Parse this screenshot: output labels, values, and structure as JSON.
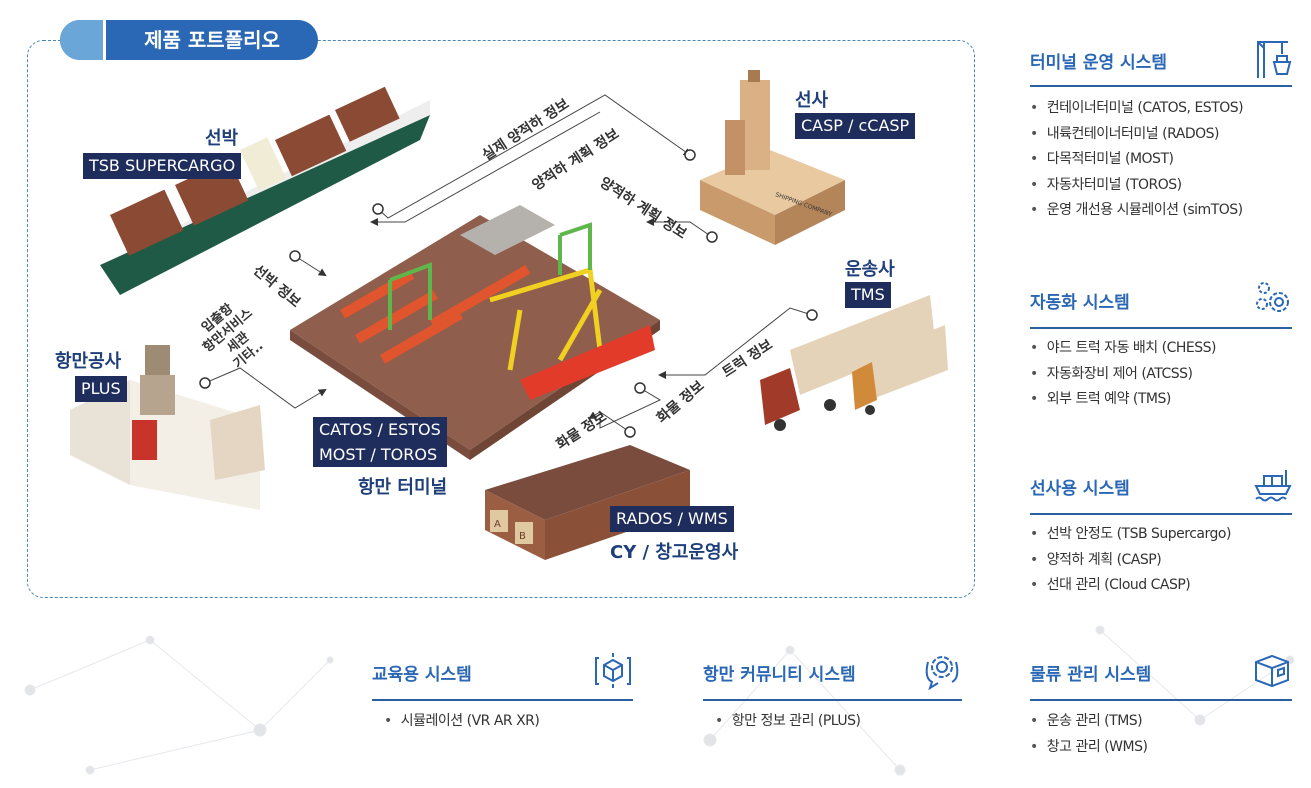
{
  "title": "제품 포트폴리오",
  "diagram": {
    "nodes": {
      "ship": {
        "name": "선박",
        "product": "TSB SUPERCARGO"
      },
      "shipping_company": {
        "name": "선사",
        "product": "CASP / cCASP"
      },
      "transport": {
        "name": "운송사",
        "product": "TMS"
      },
      "port_authority": {
        "name": "항만공사",
        "product": "PLUS"
      },
      "terminal": {
        "name": "항만 터미널",
        "products": [
          "CATOS / ESTOS",
          "MOST / TOROS"
        ]
      },
      "warehouse": {
        "name": "CY / 창고운영사",
        "product": "RADOS / WMS"
      }
    },
    "flows": {
      "actual_loading": "실제 양적하 정보",
      "loading_plan_1": "양적하 계획 정보",
      "loading_plan_2": "양적하 계획 정보",
      "ship_info": "선박 정보",
      "truck_info": "트럭 정보",
      "cargo_info_1": "화물 정보",
      "cargo_info_2": "화물 정보",
      "port_services": [
        "입출항",
        "항만서비스",
        "세관",
        "기타.."
      ]
    },
    "building_sign": "SHIPPING COMPANY",
    "warehouse_doors": [
      "A",
      "B"
    ]
  },
  "sections": {
    "terminal": {
      "title": "터미널 운영 시스템",
      "icon": "crane-ship-icon",
      "items": [
        "컨테이너터미널 (CATOS, ESTOS)",
        "내륙컨테이너터미널 (RADOS)",
        "다목적터미널 (MOST)",
        "자동차터미널 (TOROS)",
        "운영 개선용 시뮬레이션 (simTOS)"
      ]
    },
    "automation": {
      "title": "자동화 시스템",
      "icon": "gears-icon",
      "items": [
        "야드 트럭 자동 배치 (CHESS)",
        "자동화장비 제어 (ATCSS)",
        "외부 트럭 예약 (TMS)"
      ]
    },
    "shipping": {
      "title": "선사용 시스템",
      "icon": "cargo-ship-icon",
      "items": [
        "선박 안정도 (TSB Supercargo)",
        "양적하 계획 (CASP)",
        "선대 관리 (Cloud CASP)"
      ]
    },
    "education": {
      "title": "교육용 시스템",
      "icon": "cube-icon",
      "items": [
        "시뮬레이션 (VR AR XR)"
      ]
    },
    "community": {
      "title": "항만 커뮤니티 시스템",
      "icon": "gear-chat-icon",
      "items": [
        "항만 정보 관리  (PLUS)"
      ]
    },
    "logistics": {
      "title": "물류 관리 시스템",
      "icon": "box-icon",
      "items": [
        "운송 관리 (TMS)",
        "창고 관리 (WMS)"
      ]
    }
  },
  "colors": {
    "accent": "#2a67b5",
    "tag_bg": "#1f2d5c",
    "heading": "#1f3f7a"
  }
}
